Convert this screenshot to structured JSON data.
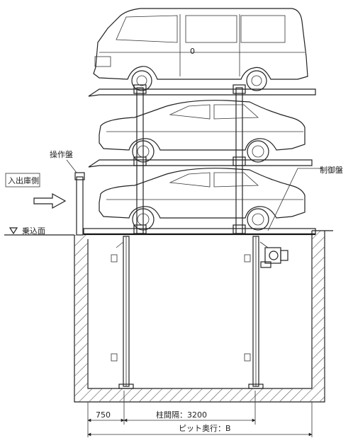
{
  "labels": {
    "operation_panel": "操作盤",
    "control_panel": "制御盤",
    "entry_side": "入出庫側",
    "boarding_surface": "乗込面",
    "dim_left": "750",
    "dim_column_spacing": "柱間隔：3200",
    "dim_pit_depth": "ピット奥行：B"
  },
  "van_door_mark": "0"
}
